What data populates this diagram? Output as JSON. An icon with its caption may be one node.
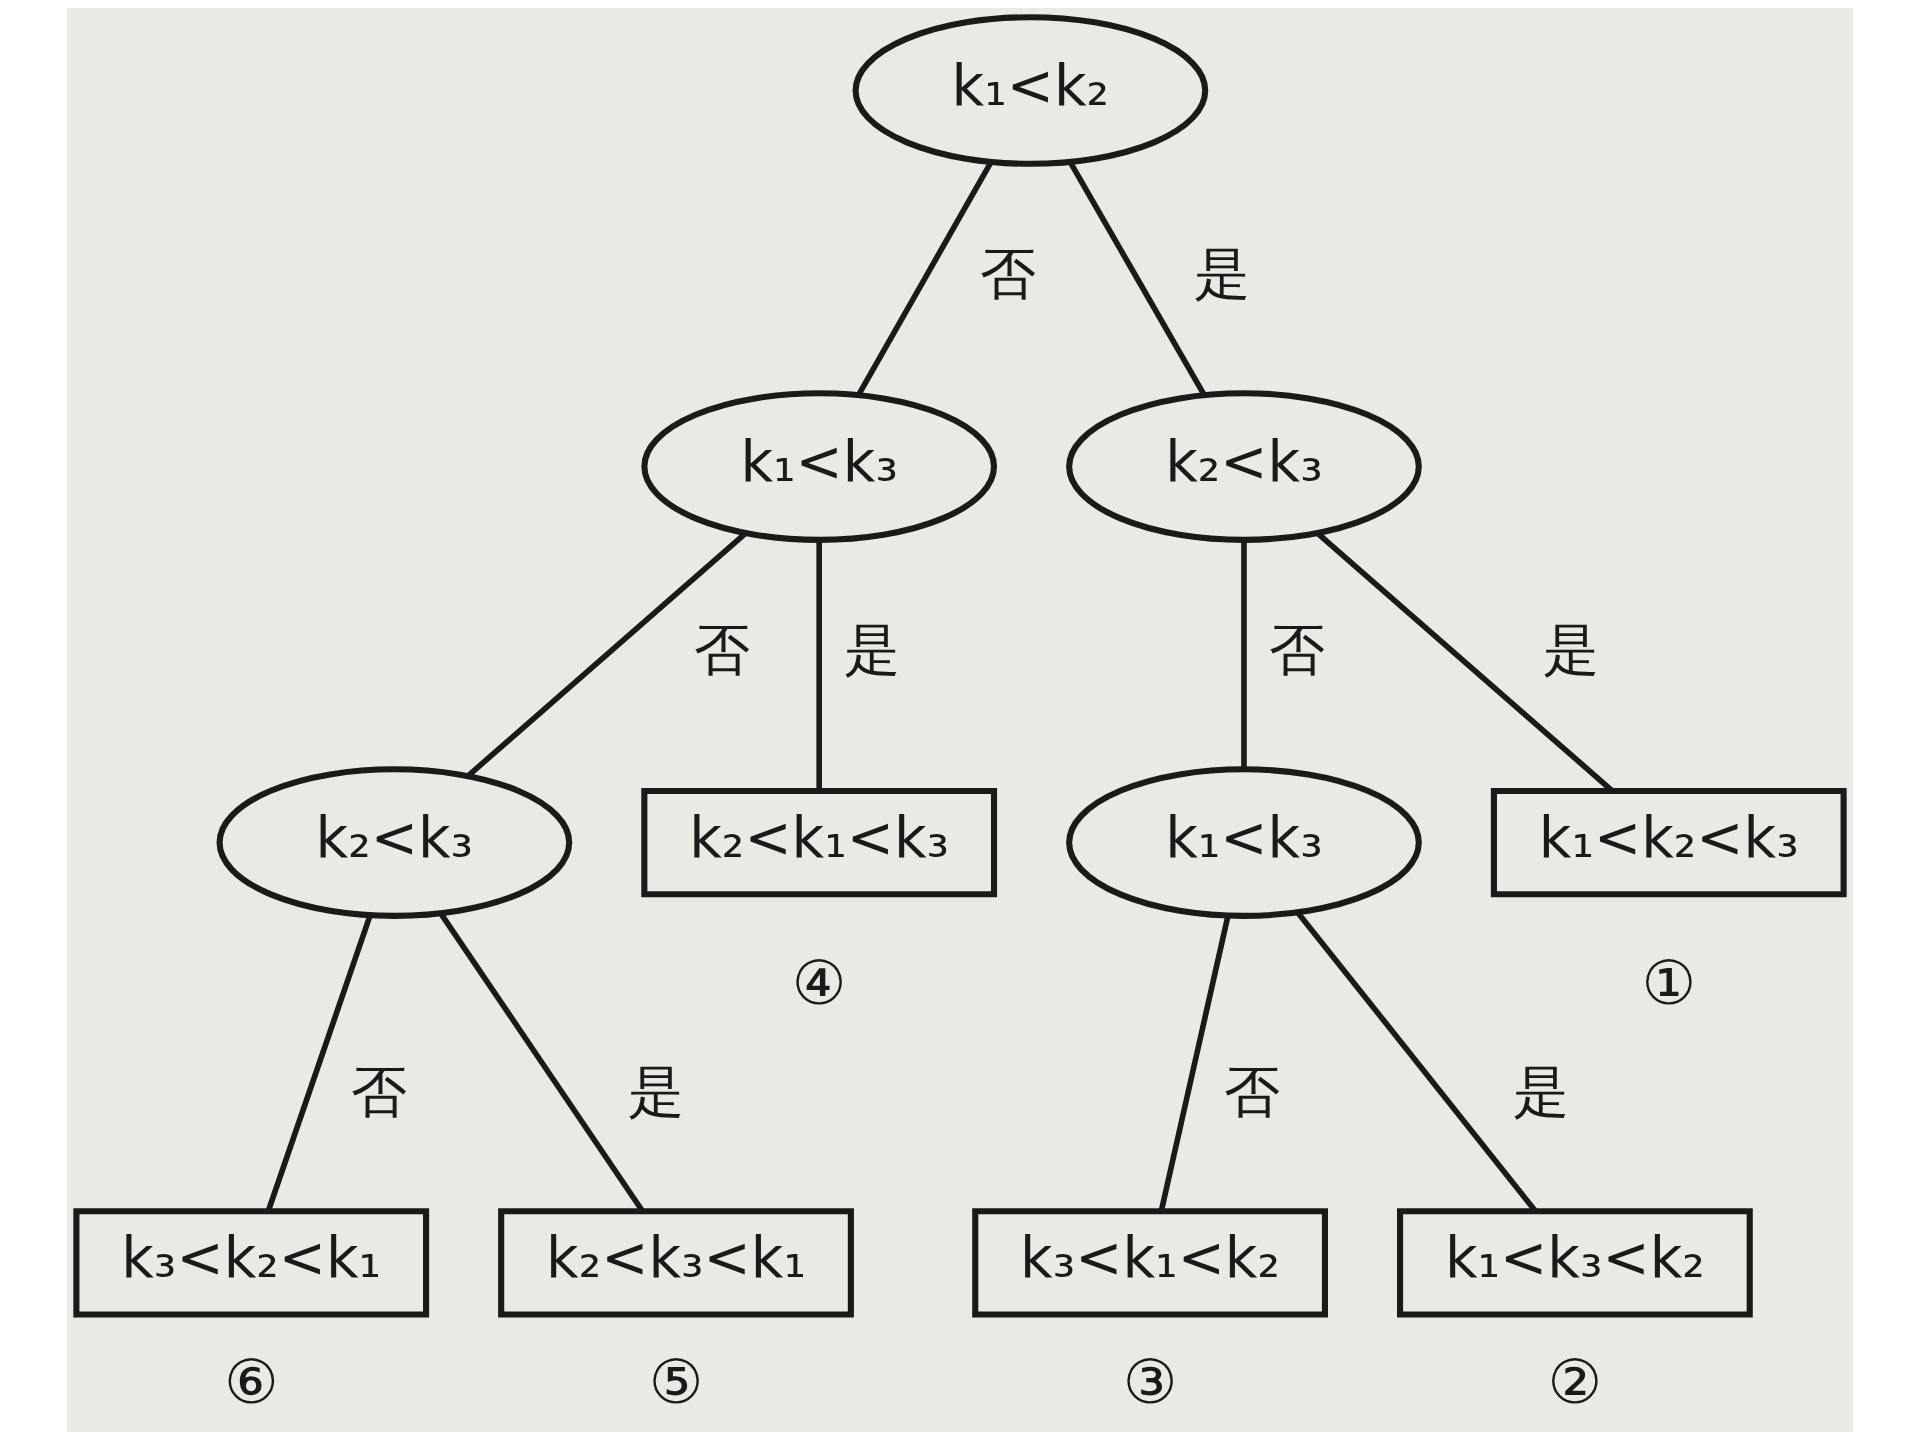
{
  "diagram": {
    "nodes": [
      {
        "text": [
          "k₁<k₂"
        ]
      },
      {
        "text": [
          "k₁<k₃"
        ]
      },
      {
        "text": [
          "k₂<k₃"
        ]
      },
      {
        "text": [
          "k₂<k₃"
        ]
      },
      {
        "text": [
          "k₂<k₁<k₃"
        ],
        "beside": [
          "④"
        ]
      },
      {
        "text": [
          "k₁<k₃"
        ]
      },
      {
        "text": [
          "k₁<k₂<k₃"
        ],
        "beside": [
          "①"
        ]
      },
      {
        "text": [
          "k₃<k₂<k₁"
        ],
        "beside": [
          "⑥"
        ]
      },
      {
        "text": [
          "k₂<k₃<k₁"
        ],
        "beside": [
          "⑤"
        ]
      },
      {
        "text": [
          "k₃<k₁<k₂"
        ],
        "beside": [
          "③"
        ]
      },
      {
        "text": [
          "k₁<k₃<k₂"
        ],
        "beside": [
          "②"
        ]
      }
    ],
    "edges": [
      {
        "from": 0,
        "to": 1,
        "arrow": "none",
        "label": "否"
      },
      {
        "from": 0,
        "to": 2,
        "arrow": "none",
        "label": "是"
      },
      {
        "from": 1,
        "to": 3,
        "arrow": "none",
        "label": "否"
      },
      {
        "from": 1,
        "to": 4,
        "arrow": "none",
        "label": "是"
      },
      {
        "from": 2,
        "to": 5,
        "arrow": "none",
        "label": "否"
      },
      {
        "from": 2,
        "to": 6,
        "arrow": "none",
        "label": "是"
      },
      {
        "from": 3,
        "to": 7,
        "arrow": "none",
        "label": "否"
      },
      {
        "from": 3,
        "to": 8,
        "arrow": "none",
        "label": "是"
      },
      {
        "from": 5,
        "to": 9,
        "arrow": "none",
        "label": "否"
      },
      {
        "from": 5,
        "to": 10,
        "arrow": "none",
        "label": "是"
      }
    ]
  }
}
